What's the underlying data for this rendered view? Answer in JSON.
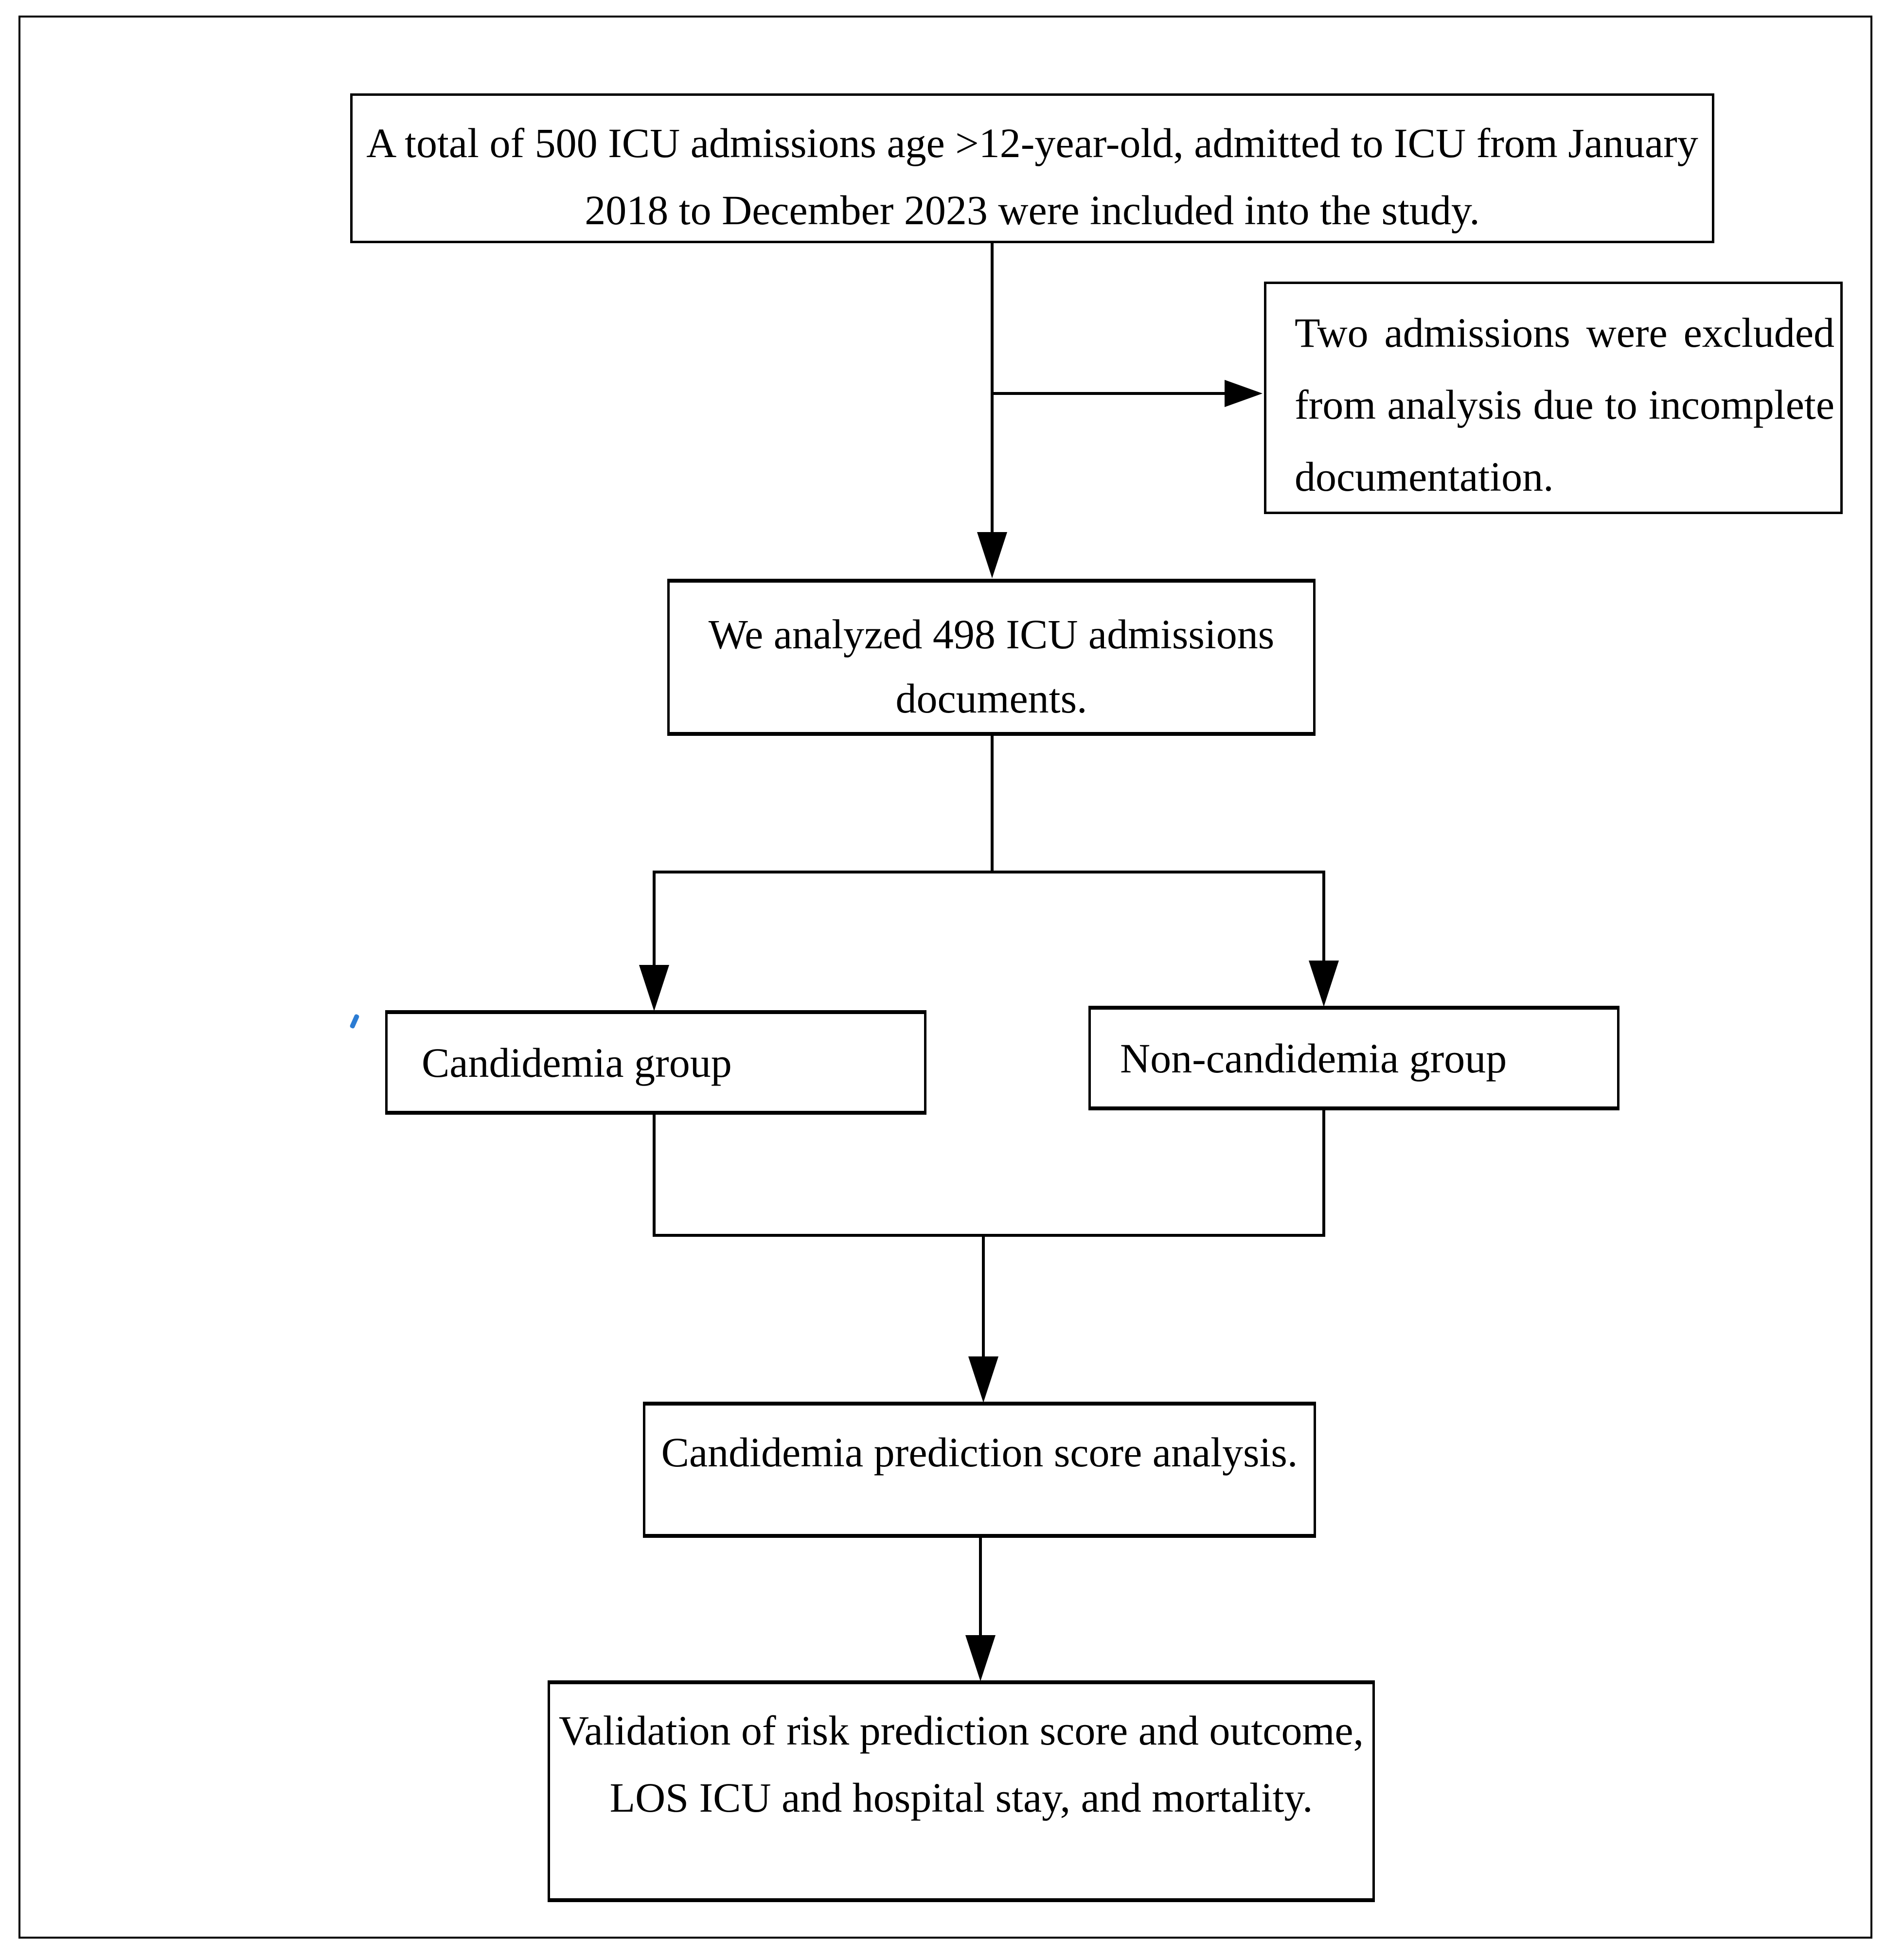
{
  "diagram": {
    "title": "ICU candidemia study flowchart",
    "nodes": {
      "included": {
        "line1": "A total of 500 ICU admissions age >12-year-old, admitted to ICU from January",
        "line2": "2018 to December 2023 were included into the study."
      },
      "excluded": {
        "line1": "Two admissions were excluded",
        "line2": "from analysis due to incomplete",
        "line3": "documentation."
      },
      "analyzed": {
        "line1": "We analyzed 498 ICU admissions",
        "line2": "documents."
      },
      "candidemia": {
        "label": "Candidemia group"
      },
      "non_candidemia": {
        "label": "Non-candidemia group"
      },
      "prediction": {
        "label": "Candidemia prediction score analysis."
      },
      "validation": {
        "line1": "Validation of risk prediction score and outcome,",
        "line2": "LOS ICU and hospital stay, and mortality."
      }
    },
    "colors": {
      "line": "#000000",
      "background": "#ffffff",
      "stray_mark": "#2b7cd3"
    }
  }
}
